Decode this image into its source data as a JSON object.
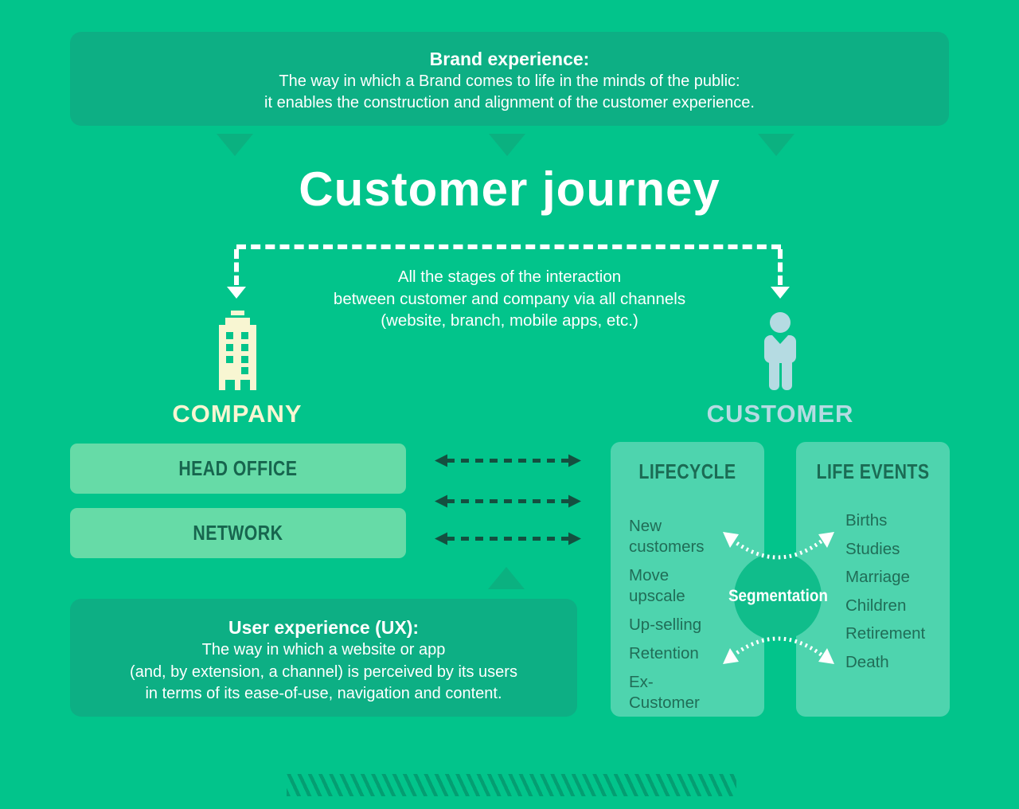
{
  "colors": {
    "background": "#02C48B",
    "dark_banner": "#0DAF84",
    "light_box": "#66DBA7",
    "panel": "#4ED4AE",
    "dark_text": "#17654E",
    "cream": "#F8F6D2",
    "light_blue": "#B5DBE2",
    "white": "#FFFFFF",
    "dark_arrow": "#145040"
  },
  "brand_banner": {
    "title": "Brand experience:",
    "line1": "The way in which a Brand comes to life in the minds of the public:",
    "line2": "it enables the construction and alignment of the customer experience."
  },
  "main_title": "Customer journey",
  "journey_note": {
    "line1": "All the stages of the interaction",
    "line2": "between customer and company via all channels",
    "line3": "(website, branch, mobile apps, etc.)"
  },
  "company": {
    "label": "COMPANY",
    "icon": "building-icon",
    "boxes": {
      "head_office": "HEAD OFFICE",
      "network": "NETWORK"
    }
  },
  "customer": {
    "label": "CUSTOMER",
    "icon": "person-icon"
  },
  "lifecycle": {
    "header": "LIFECYCLE",
    "items": [
      "New customers",
      "Move upscale",
      "Up-selling",
      "Retention",
      "Ex-Customer"
    ]
  },
  "life_events": {
    "header": "LIFE EVENTS",
    "items": [
      "Births",
      "Studies",
      "Marriage",
      "Children",
      "Retirement",
      "Death"
    ]
  },
  "segmentation": {
    "label": "Segmentation"
  },
  "ux_panel": {
    "title": "User experience (UX):",
    "line1": "The way in which a website or app",
    "line2": "(and, by extension, a channel) is perceived by its users",
    "line3": "in terms of its ease-of-use, navigation and content."
  }
}
